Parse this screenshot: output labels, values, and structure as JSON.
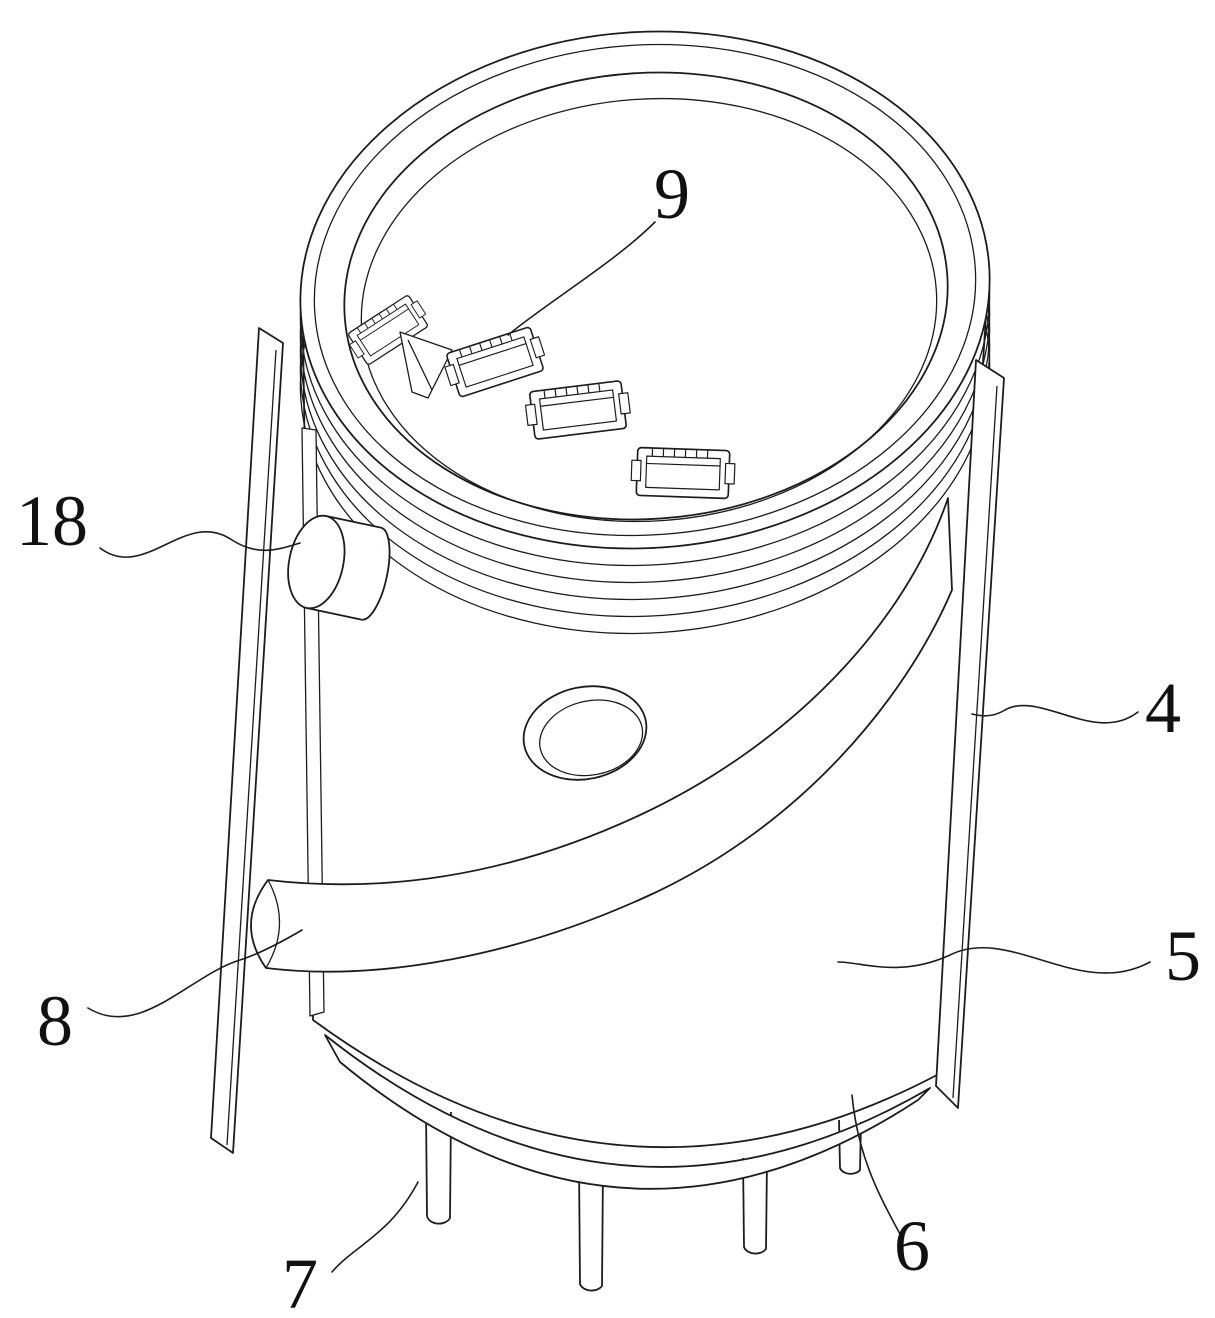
{
  "figure": {
    "background_color": "#ffffff",
    "line_color": "#1c1c1c"
  },
  "labels": {
    "n9": {
      "text": "9"
    },
    "n18": {
      "text": "18"
    },
    "n4": {
      "text": "4"
    },
    "n5": {
      "text": "5"
    },
    "n8": {
      "text": "8"
    },
    "n6": {
      "text": "6"
    },
    "n7": {
      "text": "7"
    }
  }
}
